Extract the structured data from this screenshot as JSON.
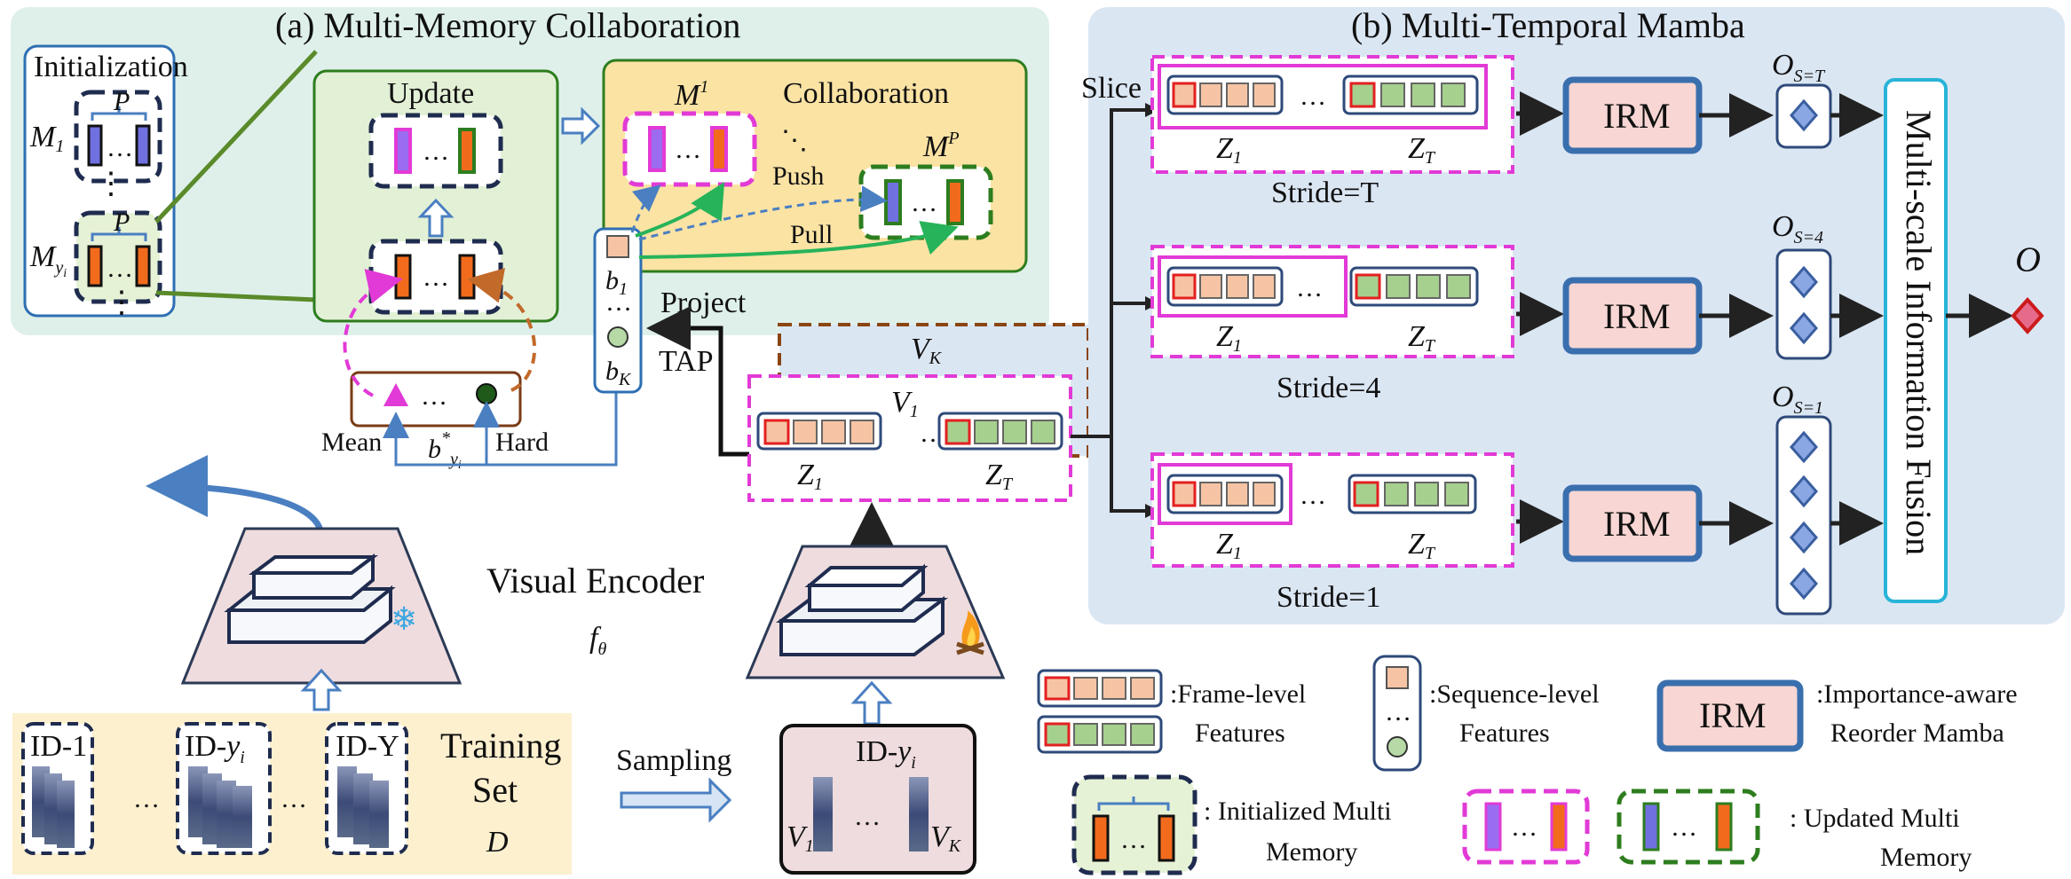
{
  "panel_a": {
    "title": "(a) Multi-Memory Collaboration",
    "initialization": "Initialization",
    "update": "Update",
    "collaboration": "Collaboration",
    "mean": "Mean",
    "hard": "Hard",
    "push": "Push",
    "pull": "Pull",
    "project": "Project",
    "tap": "TAP",
    "p_label": "P"
  },
  "panel_b": {
    "title": "(b) Multi-Temporal Mamba",
    "slice": "Slice",
    "stride_t": "Stride=T",
    "stride_4": "Stride=4",
    "stride_1": "Stride=1",
    "irm": "IRM",
    "fusion": "Multi-scale Information Fusion",
    "output": "O"
  },
  "encoder": {
    "label": "Visual Encoder"
  },
  "training": {
    "id_1": "ID-1",
    "id_y": "ID-Y",
    "dots": "…",
    "title_line1": "Training",
    "title_line2": "Set",
    "set_symbol": "D"
  },
  "sampling": "Sampling",
  "legend": {
    "frame_features_1": ":Frame-level",
    "frame_features_2": "Features",
    "sequence_features_1": ":Sequence-level",
    "sequence_features_2": "Features",
    "irm": "IRM",
    "irm_desc_1": ":Importance-aware",
    "irm_desc_2": "Reorder Mamba",
    "init_memory_1": ": Initialized Multi",
    "init_memory_2": "Memory",
    "updated_memory_1": ": Updated Multi",
    "updated_memory_2": "Memory"
  },
  "colors": {
    "panel_a_bg": "#dff0ea",
    "panel_b_bg": "#dbe6f3",
    "collab_bg": "#fbe3a4",
    "training_bg": "#fdf0cf",
    "irm_fill": "#f7d6d3",
    "frame_orange": "#f6c4a4",
    "frame_green": "#a6d08e",
    "memory_orange": "#f26b1d",
    "memory_blue": "#7070e0",
    "memory_purple": "#9b6cf0",
    "navy": "#1f2c4f",
    "magenta": "#e23ad6",
    "dark_green": "#2d7d1e",
    "arrow_blue": "#4a7fc1",
    "brown_dash": "#8b4513"
  }
}
